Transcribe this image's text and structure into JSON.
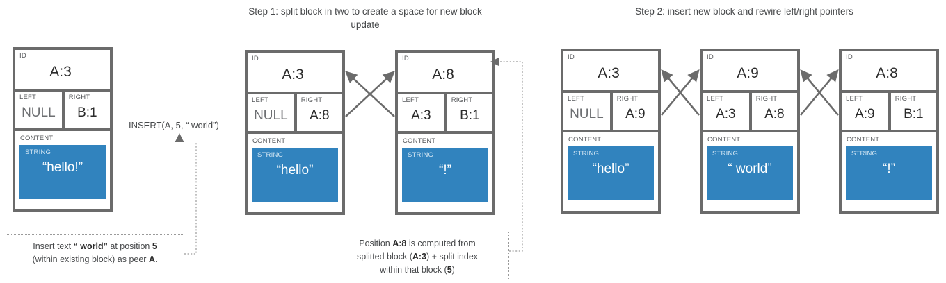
{
  "steps": [
    {
      "id": "step1",
      "title": "Step 1: split block in two to create a space for new block update"
    },
    {
      "id": "step2",
      "title": "Step 2: insert new block and rewire left/right pointers"
    }
  ],
  "labels": {
    "id": "ID",
    "left": "LEFT",
    "right": "RIGHT",
    "content": "CONTENT",
    "string": "STRING"
  },
  "blocks": {
    "initial": {
      "id": "A:3",
      "left": "NULL",
      "right": "B:1",
      "string": "“hello!”"
    },
    "s1_a3": {
      "id": "A:3",
      "left": "NULL",
      "right": "A:8",
      "string": "“hello”"
    },
    "s1_a8": {
      "id": "A:8",
      "left": "A:3",
      "right": "B:1",
      "string": "“!”"
    },
    "s2_a3": {
      "id": "A:3",
      "left": "NULL",
      "right": "A:9",
      "string": "“hello”"
    },
    "s2_a9": {
      "id": "A:9",
      "left": "A:3",
      "right": "A:8",
      "string": "“ world”"
    },
    "s2_a8": {
      "id": "A:8",
      "left": "A:9",
      "right": "B:1",
      "string": "“!”"
    }
  },
  "annotations": {
    "insert_call": "INSERT(A, 5, “ world”)",
    "note_left_line1_a": "Insert text ",
    "note_left_line1_b": "“ world”",
    "note_left_line1_c": " at position ",
    "note_left_line1_d": "5",
    "note_left_line2_a": "(within existing block) as peer ",
    "note_left_line2_b": "A",
    "note_left_line2_c": ".",
    "note_mid_line1_a": "Position ",
    "note_mid_line1_b": "A:8",
    "note_mid_line1_c": " is computed from",
    "note_mid_line2_a": "splitted block (",
    "note_mid_line2_b": "A:3",
    "note_mid_line2_c": ") + split index",
    "note_mid_line3_a": "within that block (",
    "note_mid_line3_b": "5",
    "note_mid_line3_c": ")"
  },
  "colors": {
    "block_border": "#6b6b6b",
    "string_fill": "#3183be",
    "arrow": "#6b6b6b",
    "dotted": "#9a9a9a",
    "text": "#46484a"
  }
}
